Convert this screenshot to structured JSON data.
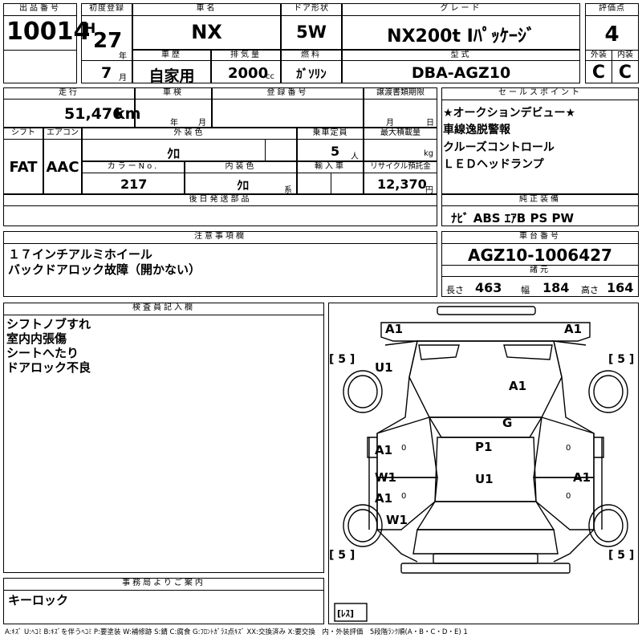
{
  "header": {
    "lot_label": "出品番号",
    "lot_value": "10014",
    "first_reg_label": "初度登録",
    "era": "H",
    "year_value": "27",
    "year_unit": "年",
    "month_value": "7",
    "month_unit": "月",
    "car_name_label": "車名",
    "car_name_value": "NX",
    "doors_label": "ドア形状",
    "doors_value": "5W",
    "grade_label": "グレード",
    "grade_value": "NX200t Iﾊﾟｯｹｰｼﾞ",
    "score_label": "評価点",
    "score_value": "4",
    "history_label": "車歴",
    "history_value": "自家用",
    "displacement_label": "排気量",
    "displacement_value": "2000",
    "displacement_unit": "cc",
    "fuel_label": "燃料",
    "fuel_value": "ｶﾞｿﾘﾝ",
    "model_label": "型式",
    "model_value": "DBA-AGZ10",
    "exterior_label": "外装",
    "exterior_value": "C",
    "interior_label": "内装",
    "interior_value": "C"
  },
  "row2": {
    "mileage_label": "走行",
    "mileage_value": "51,476",
    "mileage_unit": "km",
    "inspection_label": "車検",
    "inspection_year_unit": "年",
    "inspection_month_unit": "月",
    "reg_no_label": "登録番号",
    "transfer_label": "譲渡書類期限",
    "transfer_month_unit": "月",
    "transfer_day_unit": "日",
    "shift_label": "シフト",
    "shift_value": "FAT",
    "ac_label": "エアコン",
    "ac_value": "AAC",
    "ext_color_label": "外装色",
    "ext_color_value": "ｸﾛ",
    "capacity_label": "乗車定員",
    "capacity_value": "5",
    "capacity_unit": "人",
    "max_load_label": "最大積載量",
    "max_load_unit": "kg",
    "color_no_label": "カラーNo.",
    "color_no_value": "217",
    "int_color_label": "内装色",
    "int_color_value": "ｸﾛ",
    "int_color_unit": "系",
    "import_label": "輸入車",
    "recycle_label": "リサイクル預託金",
    "recycle_value": "12,370",
    "recycle_unit": "円",
    "later_parts_label": "後日発送部品"
  },
  "sales_points": {
    "label": "セールスポイント",
    "items": [
      "★オークションデビュー★",
      "車線逸脱警報",
      "クルーズコントロール",
      "ＬＥＤヘッドランプ"
    ]
  },
  "equipment": {
    "label": "純正装備",
    "value": "ﾅﾋﾞ ABS ｴｱB PS PW"
  },
  "caution": {
    "label": "注意事項欄",
    "lines": [
      "１７インチアルミホイール",
      "バックドアロック故障（開かない）"
    ]
  },
  "chassis": {
    "label": "車台番号",
    "value": "AGZ10-1006427"
  },
  "dimensions": {
    "label": "諸元",
    "length_label": "長さ",
    "length_value": "463",
    "width_label": "幅",
    "width_value": "184",
    "height_label": "高さ",
    "height_value": "164"
  },
  "inspector": {
    "label": "検査員記入欄",
    "lines": [
      "シフトノブすれ",
      "室内内張傷",
      "シートへたり",
      "ドアロック不良"
    ]
  },
  "office": {
    "label": "事務局よりご案内",
    "value": "キーロック"
  },
  "diagram": {
    "marks": {
      "front_left": "A1",
      "front_right": "A1",
      "left_front_fender": "U1",
      "hood": "A1",
      "windshield": "G",
      "roof": "P1",
      "left_front_door": "A1",
      "left_rear_door": "W1",
      "left_rear_lower": "A1",
      "left_rear_fender": "W1",
      "center_rear": "U1",
      "right_rear_door": "A1",
      "left_door_zero": "0",
      "right_door_zero": "0",
      "left_rear_zero": "0",
      "right_rear_zero": "0"
    },
    "tire_tl": "[ 5 ]",
    "tire_tr": "[ 5 ]",
    "tire_bl": "[ 5 ]",
    "tire_br": "[ 5 ]",
    "spare": "[ﾚｽ]"
  },
  "legend": "A:ｷｽﾞ U:ﾍｺﾐ B:ｷｽﾞを伴うﾍｺﾐ P:要塗装 W:補修跡 S:錆 C:腐食 G:ﾌﾛﾝﾄｶﾞﾗｽ点ｷｽﾞ XX:交換済み X:要交換　内・外装評価　5段階ﾗﾝｸ順(A・B・C・D・E) 1"
}
